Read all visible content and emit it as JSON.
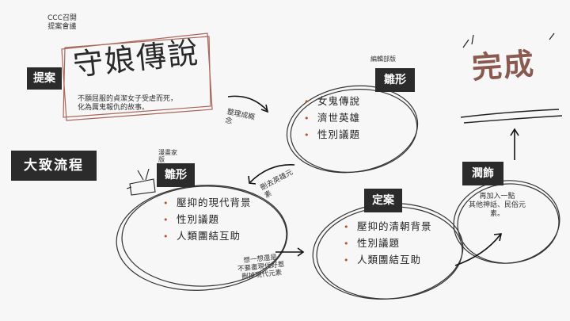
{
  "meeting_label": [
    "CCC召開",
    "提案會議"
  ],
  "proposal_tag": "提案",
  "title": "守娘傳說",
  "summary": [
    "不願屈服的貞潔女子受虐而死，",
    "化為厲鬼報仇的故事。"
  ],
  "flow_title": "大致流程",
  "editor_label": "編輯部版",
  "editor_tag": "雛形",
  "editor_items": [
    "女鬼傳說",
    "濟世英雄",
    "性別議題"
  ],
  "arrow1_note": [
    "整理成概",
    "念"
  ],
  "arrow2_note": [
    "刪去英雄元",
    "素"
  ],
  "artist_label": [
    "漫畫家",
    "版"
  ],
  "artist_tag": "雛形",
  "artist_items": [
    "壓抑的現代背景",
    "性別議題",
    "人類團結互助"
  ],
  "arrow3_note": [
    "想一想還是",
    "不要畫現代好惹",
    "刪掉現代元素"
  ],
  "final_tag": "定案",
  "final_items": [
    "壓抑的清朝背景",
    "性別議題",
    "人類團結互助"
  ],
  "polish_tag": "潤飾",
  "polish_note": [
    "再加入一點",
    "其他神話、民俗元",
    "素。"
  ],
  "done_text": "完成",
  "colors": {
    "accent": "#b0532f",
    "tag_bg": "#2b2b2b",
    "done": "#8a5a50"
  }
}
